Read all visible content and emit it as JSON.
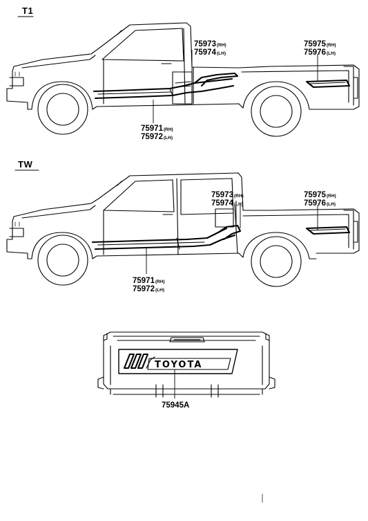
{
  "sections": [
    {
      "id": "t1",
      "label": "T1",
      "parts": [
        {
          "number": "75973",
          "side": "(RH)"
        },
        {
          "number": "75974",
          "side": "(LH)"
        },
        {
          "number": "75975",
          "side": "(RH)"
        },
        {
          "number": "75976",
          "side": "(LH)"
        },
        {
          "number": "75971",
          "side": "(RH)"
        },
        {
          "number": "75972",
          "side": "(LH)"
        }
      ]
    },
    {
      "id": "tw",
      "label": "TW",
      "parts": [
        {
          "number": "75973",
          "side": "(RH)"
        },
        {
          "number": "75974",
          "side": "(LH)"
        },
        {
          "number": "75975",
          "side": "(RH)"
        },
        {
          "number": "75976",
          "side": "(LH)"
        },
        {
          "number": "75971",
          "side": "(RH)"
        },
        {
          "number": "75972",
          "side": "(LH)"
        }
      ]
    }
  ],
  "tailgate": {
    "brand_text": "TOYOTA",
    "part_number": "75945A"
  }
}
